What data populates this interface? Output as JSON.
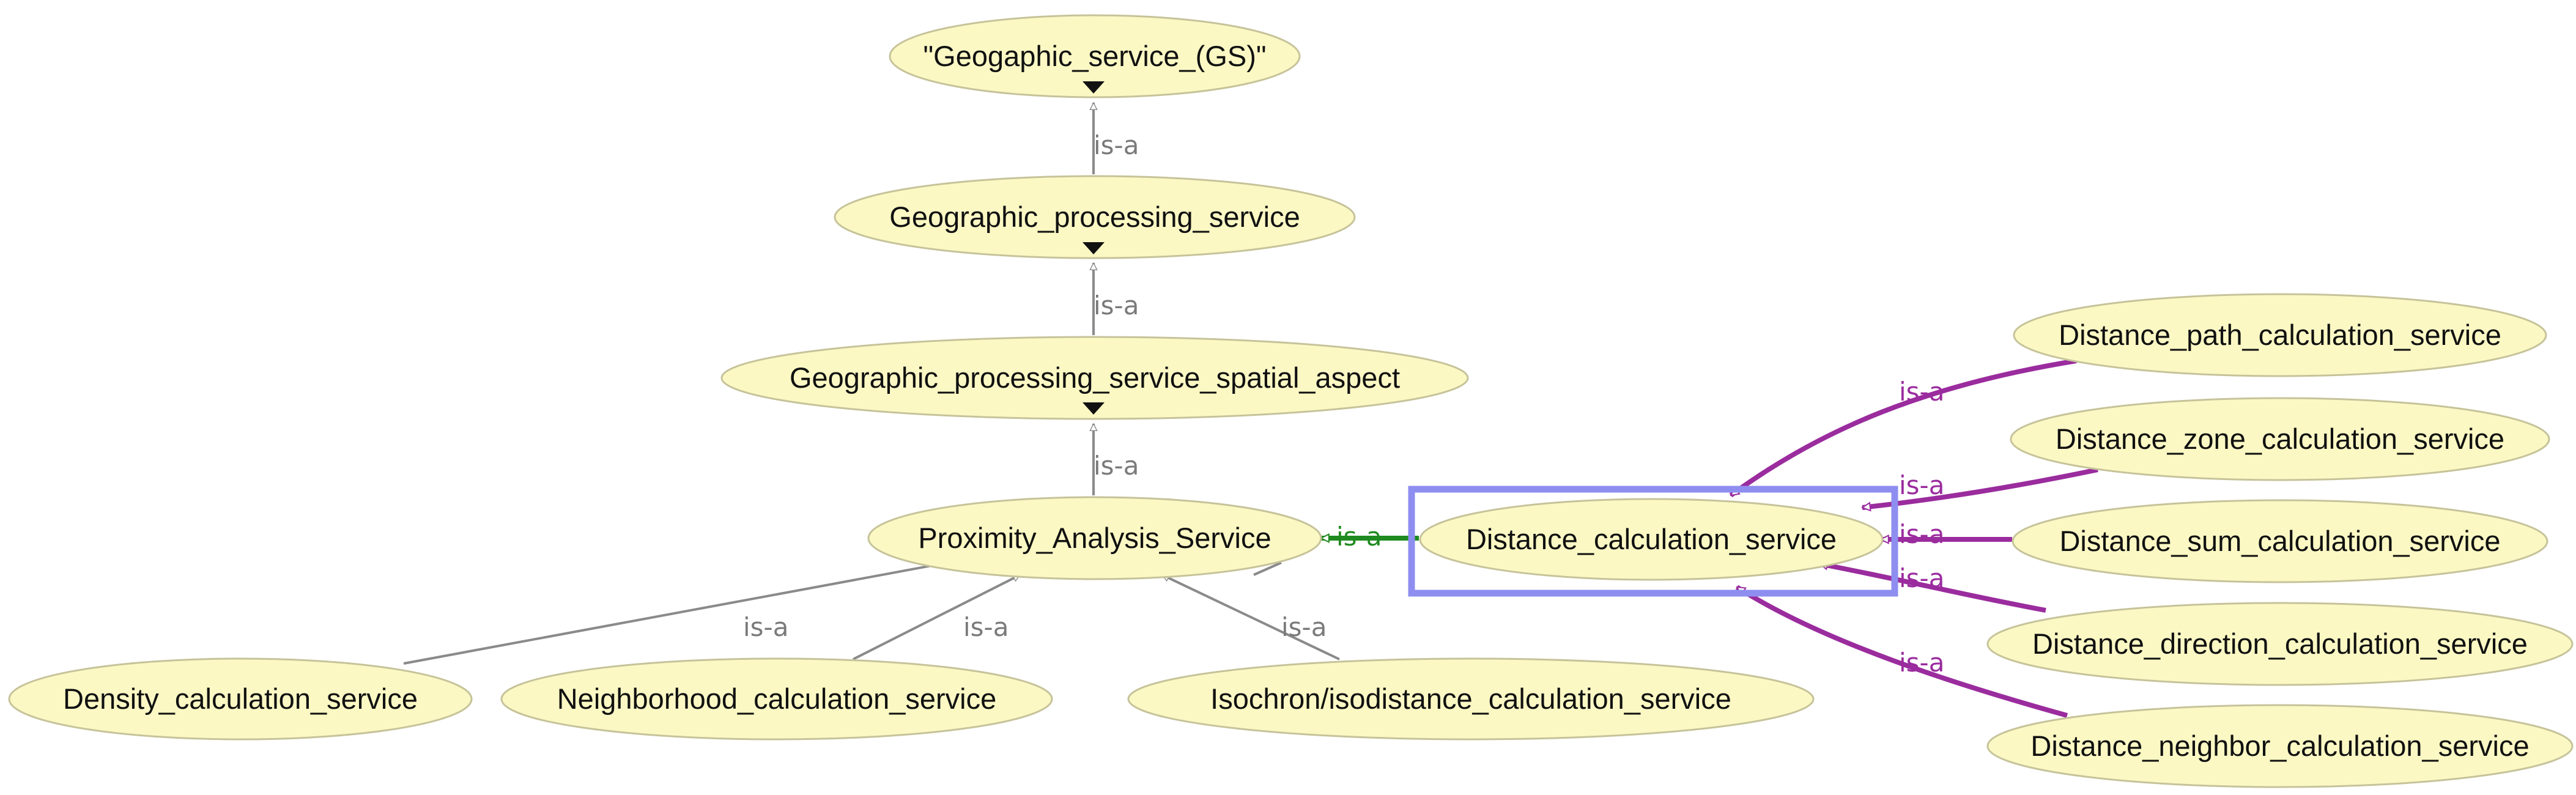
{
  "diagram": {
    "edge_label": "is-a",
    "colors": {
      "node_fill": "#fbf8c4",
      "node_stroke": "#c6c39a",
      "edge_gray": "#8a8a8a",
      "edge_purple": "#9a2c9e",
      "edge_green": "#1f8a1f",
      "selection": "#8e8ef0"
    },
    "nodes": {
      "gs": "\"Geogaphic_service_(GS)\"",
      "gps": "Geographic_processing_service",
      "gpssa": "Geographic_processing_service_spatial_aspect",
      "pas": "Proximity_Analysis_Service",
      "density": "Density_calculation_service",
      "neighborhood": "Neighborhood_calculation_service",
      "isochron": "Isochron/isodistance_calculation_service",
      "dcs": "Distance_calculation_service",
      "path": "Distance_path_calculation_service",
      "zone": "Distance_zone_calculation_service",
      "sum": "Distance_sum_calculation_service",
      "direction": "Distance_direction_calculation_service",
      "neighbor": "Distance_neighbor_calculation_service"
    },
    "edges": [
      {
        "from": "gps",
        "to": "gs"
      },
      {
        "from": "gpssa",
        "to": "gps"
      },
      {
        "from": "pas",
        "to": "gpssa"
      },
      {
        "from": "density",
        "to": "pas"
      },
      {
        "from": "neighborhood",
        "to": "pas"
      },
      {
        "from": "isochron",
        "to": "pas"
      },
      {
        "from": "dcs",
        "to": "pas"
      },
      {
        "from": "path",
        "to": "dcs"
      },
      {
        "from": "zone",
        "to": "dcs"
      },
      {
        "from": "sum",
        "to": "dcs"
      },
      {
        "from": "direction",
        "to": "dcs"
      },
      {
        "from": "neighbor",
        "to": "dcs"
      }
    ],
    "selected_node": "dcs"
  }
}
